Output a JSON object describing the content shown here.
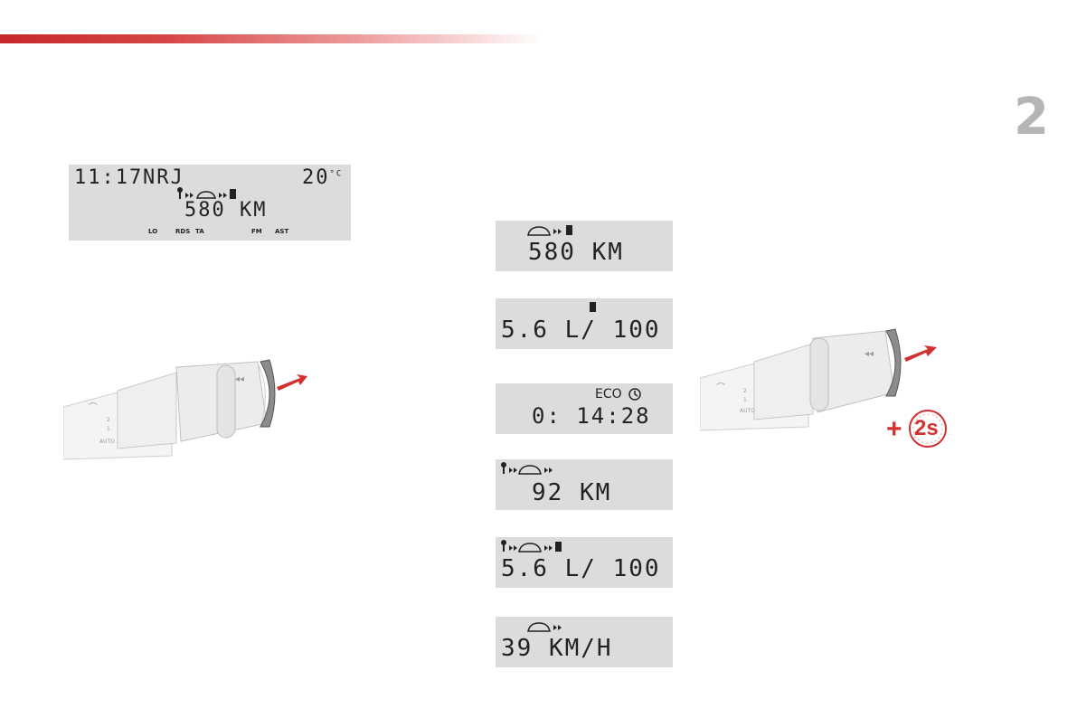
{
  "chapter": {
    "number": "2"
  },
  "radio_display": {
    "time": "11:17",
    "station": "NRJ",
    "temperature": "20",
    "temperature_unit": "°C",
    "range": "580 KM",
    "indicators": [
      "LO",
      "RDS",
      "TA",
      "FM",
      "AST"
    ]
  },
  "trip_screens": [
    {
      "value": "580 KM"
    },
    {
      "value": "5.6 L/ 100"
    },
    {
      "eco_label": "ECO",
      "value": "0: 14:28"
    },
    {
      "value": "92 KM"
    },
    {
      "value": "5.6 L/ 100"
    },
    {
      "value": "39 KM/H"
    }
  ],
  "hold_badge": {
    "plus": "+",
    "duration": "2s"
  },
  "colors": {
    "accent": "#d32f2f",
    "lcd_bg": "#dcdcdc",
    "chapter": "#b5b5b5"
  }
}
